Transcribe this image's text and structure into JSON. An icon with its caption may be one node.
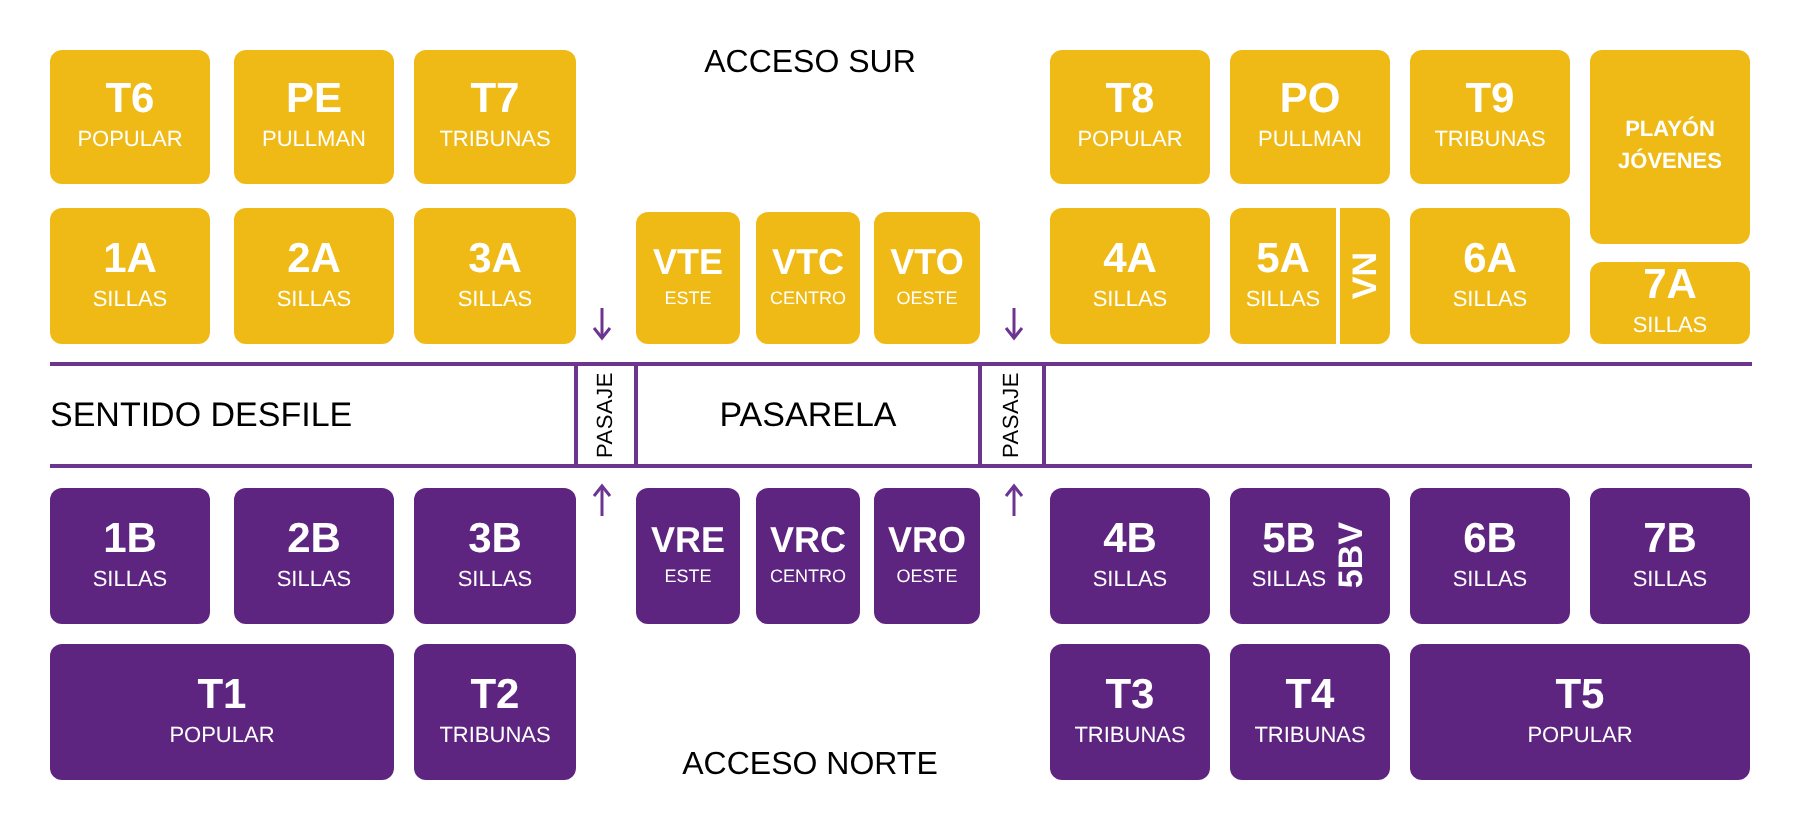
{
  "diagram": {
    "nodes": [
      {
        "text": [
          "T6",
          "POPULAR"
        ]
      },
      {
        "text": [
          "PE",
          "PULLMAN"
        ]
      },
      {
        "text": [
          "T7",
          "TRIBUNAS"
        ]
      },
      {
        "text": [
          "T8",
          "POPULAR"
        ]
      },
      {
        "text": [
          "PO",
          "PULLMAN"
        ]
      },
      {
        "text": [
          "T9",
          "TRIBUNAS"
        ]
      },
      {
        "text": [
          "PLAYÓN JÓVENES"
        ]
      },
      {
        "text": [
          "1A",
          "SILLAS"
        ]
      },
      {
        "text": [
          "2A",
          "SILLAS"
        ]
      },
      {
        "text": [
          "3A",
          "SILLAS"
        ]
      },
      {
        "text": [
          "VTE",
          "ESTE"
        ]
      },
      {
        "text": [
          "VTC",
          "CENTRO"
        ]
      },
      {
        "text": [
          "VTO",
          "OESTE"
        ]
      },
      {
        "text": [
          "4A",
          "SILLAS"
        ]
      },
      {
        "text": [
          "5A",
          "SILLAS"
        ]
      },
      {
        "text": [
          "VN"
        ],
        "in": 14
      },
      {
        "text": [
          "6A",
          "SILLAS"
        ]
      },
      {
        "text": [
          "7A",
          "SILLAS"
        ]
      },
      {
        "text": [
          "SENTIDO DESFILE"
        ]
      },
      {
        "text": [
          "PASAJE"
        ]
      },
      {
        "text": [
          "PASARELA"
        ]
      },
      {
        "text": [
          "PASAJE"
        ]
      },
      {
        "text": [
          "1B",
          "SILLAS"
        ]
      },
      {
        "text": [
          "2B",
          "SILLAS"
        ]
      },
      {
        "text": [
          "3B",
          "SILLAS"
        ]
      },
      {
        "text": [
          "VRE",
          "ESTE"
        ]
      },
      {
        "text": [
          "VRC",
          "CENTRO"
        ]
      },
      {
        "text": [
          "VRO",
          "OESTE"
        ]
      },
      {
        "text": [
          "4B",
          "SILLAS"
        ]
      },
      {
        "text": [
          "5B",
          "SILLAS",
          "5BV"
        ]
      },
      {
        "text": [
          "6B",
          "SILLAS"
        ]
      },
      {
        "text": [
          "7B",
          "SILLAS"
        ]
      },
      {
        "text": [
          "T1",
          "POPULAR"
        ]
      },
      {
        "text": [
          "T2",
          "TRIBUNAS"
        ]
      },
      {
        "text": [
          "T3",
          "TRIBUNAS"
        ]
      },
      {
        "text": [
          "T4",
          "TRIBUNAS"
        ]
      },
      {
        "text": [
          "T5",
          "POPULAR"
        ]
      }
    ],
    "edges": [],
    "labels": [
      "ACCESO SUR",
      "ACCESO NORTE"
    ]
  }
}
